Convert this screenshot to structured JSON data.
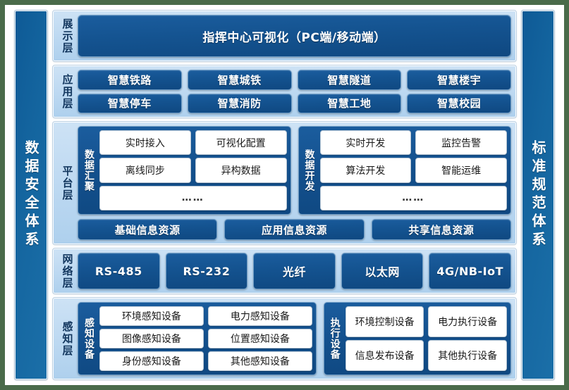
{
  "diagram": {
    "title_left_pillar": "数据安全体系",
    "title_right_pillar": "标准规范体系",
    "layers": {
      "display": {
        "label": "展示层",
        "banner": "指挥中心可视化（PC端/移动端）"
      },
      "application": {
        "label": "应用层",
        "items": [
          "智慧铁路",
          "智慧城铁",
          "智慧隧道",
          "智慧楼宇",
          "智慧停车",
          "智慧消防",
          "智慧工地",
          "智慧校园"
        ]
      },
      "platform": {
        "label": "平台层",
        "groups": [
          {
            "label": "数据汇聚",
            "cells": [
              "实时接入",
              "可视化配置",
              "离线同步",
              "异构数据"
            ],
            "more": "……"
          },
          {
            "label": "数据开发",
            "cells": [
              "实时开发",
              "监控告警",
              "算法开发",
              "智能运维"
            ],
            "more": "……"
          }
        ],
        "resources": [
          "基础信息资源",
          "应用信息资源",
          "共享信息资源"
        ]
      },
      "network": {
        "label": "网络层",
        "items": [
          "RS-485",
          "RS-232",
          "光纤",
          "以太网",
          "4G/NB-IoT"
        ]
      },
      "sensing": {
        "label": "感知层",
        "groups": [
          {
            "label": "感知设备",
            "cells": [
              "环境感知设备",
              "电力感知设备",
              "图像感知设备",
              "位置感知设备",
              "身份感知设备",
              "其他感知设备"
            ]
          },
          {
            "label": "执行设备",
            "cells": [
              "环境控制设备",
              "电力执行设备",
              "信息发布设备",
              "其他执行设备"
            ]
          }
        ]
      }
    },
    "colors": {
      "page_background": "#4a6b4a",
      "frame": "#ffffff",
      "layer_panel": "#bcd8f1",
      "chip_blue": "#145390",
      "pillar_blue": "#14659f",
      "label_text": "#12365e",
      "box_white": "#ffffff"
    }
  }
}
